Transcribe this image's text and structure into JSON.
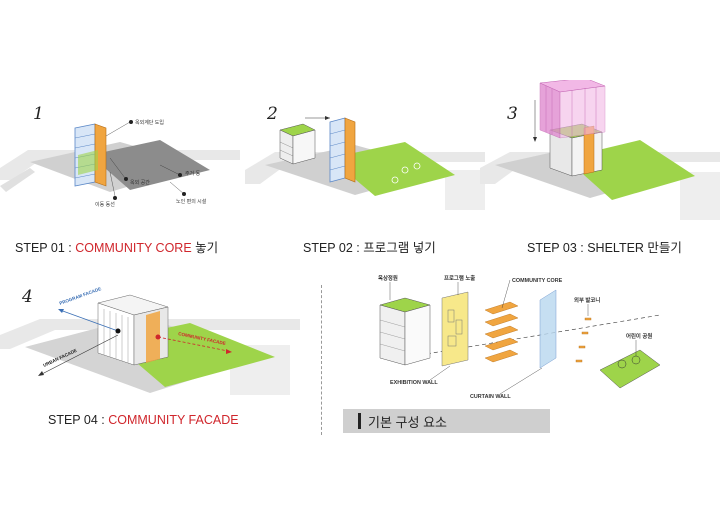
{
  "panels": [
    {
      "number": "1",
      "step_prefix": "STEP 01 : ",
      "step_highlight": "COMMUNITY CORE",
      "step_suffix": " 놓기",
      "notes": [
        "옥외계단 도입",
        "옥외 공간",
        "이동 동선",
        "주거 동",
        "노인 편의 시설"
      ]
    },
    {
      "number": "2",
      "step_prefix": "STEP 02 : ",
      "step_highlight": "",
      "step_suffix": "프로그램 넣기"
    },
    {
      "number": "3",
      "step_prefix": "STEP 03 : ",
      "step_highlight": "",
      "step_suffix": "SHELTER 만들기"
    },
    {
      "number": "4",
      "step_prefix": "STEP 04 : ",
      "step_highlight": "COMMUNITY FACADE",
      "step_suffix": "",
      "labels": {
        "program": "PROGRAM FACADE",
        "urban": "URBAN FACADE",
        "community": "COMMUNITY FACADE"
      }
    }
  ],
  "components": {
    "labels": {
      "rooftop": "옥상정원",
      "program": "프로그램 노출",
      "core": "COMMUNITY CORE",
      "balcony": "외부 발코니",
      "exhibition": "EXHIBITION WALL",
      "curtain": "CURTAIN WALL",
      "park": "어린이 공원"
    }
  },
  "legend": {
    "title": "기본 구성 요소"
  },
  "colors": {
    "green": "#9ed44a",
    "orange": "#f0a540",
    "pink": "#e08cd0",
    "blue": "#3a6fb5",
    "red": "#d0262c",
    "gray": "#c8c8c8",
    "darkgray": "#7a7a7a"
  }
}
